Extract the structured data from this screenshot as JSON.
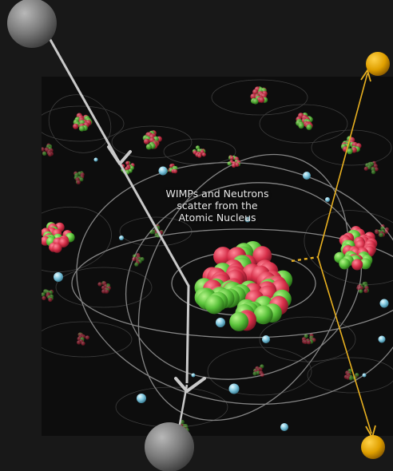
{
  "caption": {
    "line1": "WIMPs and Neutrons",
    "line2": "scatter from the",
    "line3": "Atomic Nucleus"
  },
  "colors": {
    "background": "#181818",
    "panel": "#0d0d0d",
    "orbit": "#9a9a9a",
    "proton": "#d8304a",
    "neutron": "#59c23a",
    "electron": "#5fb3cf",
    "incoming_particle": "#8a8a8a",
    "scatter_path": "#c9c9c9",
    "recoil_path": "#e8b020",
    "recoil_particle": "#e0a000"
  }
}
